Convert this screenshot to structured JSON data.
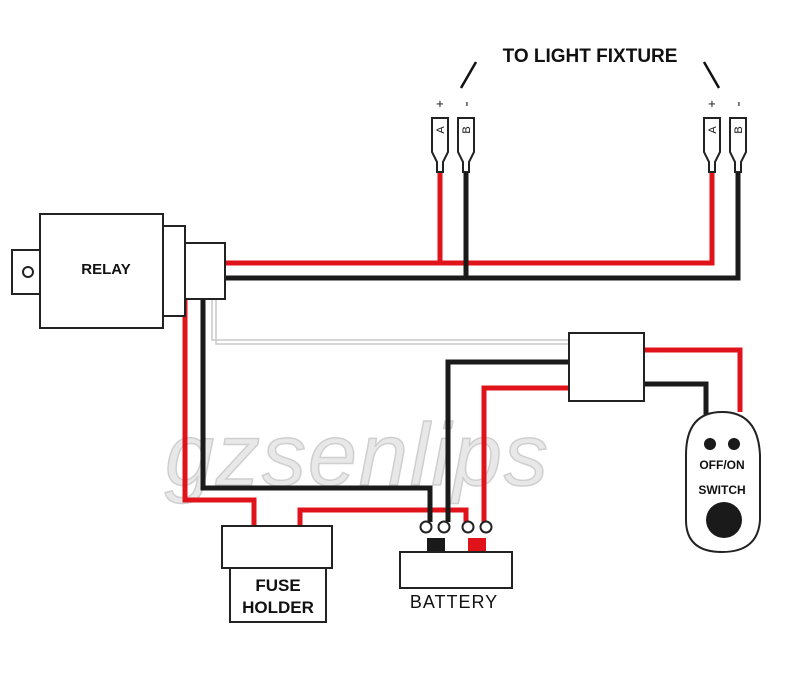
{
  "title": "TO LIGHT FIXTURE",
  "relay": {
    "label": "RELAY"
  },
  "fuse": {
    "line1": "FUSE",
    "line2": "HOLDER"
  },
  "battery": {
    "label": "BATTERY"
  },
  "switch": {
    "line1": "OFF/ON",
    "line2": "SWITCH"
  },
  "connectors": {
    "left": {
      "a": "A",
      "b": "B",
      "plus": "+",
      "minus": "-"
    },
    "right": {
      "a": "A",
      "b": "B",
      "plus": "+",
      "minus": "-"
    }
  },
  "watermark": "gzsenlips",
  "colors": {
    "red": "#e0131b",
    "black": "#1a1a1a",
    "gray": "#c8c8c8",
    "outline": "#222222"
  }
}
